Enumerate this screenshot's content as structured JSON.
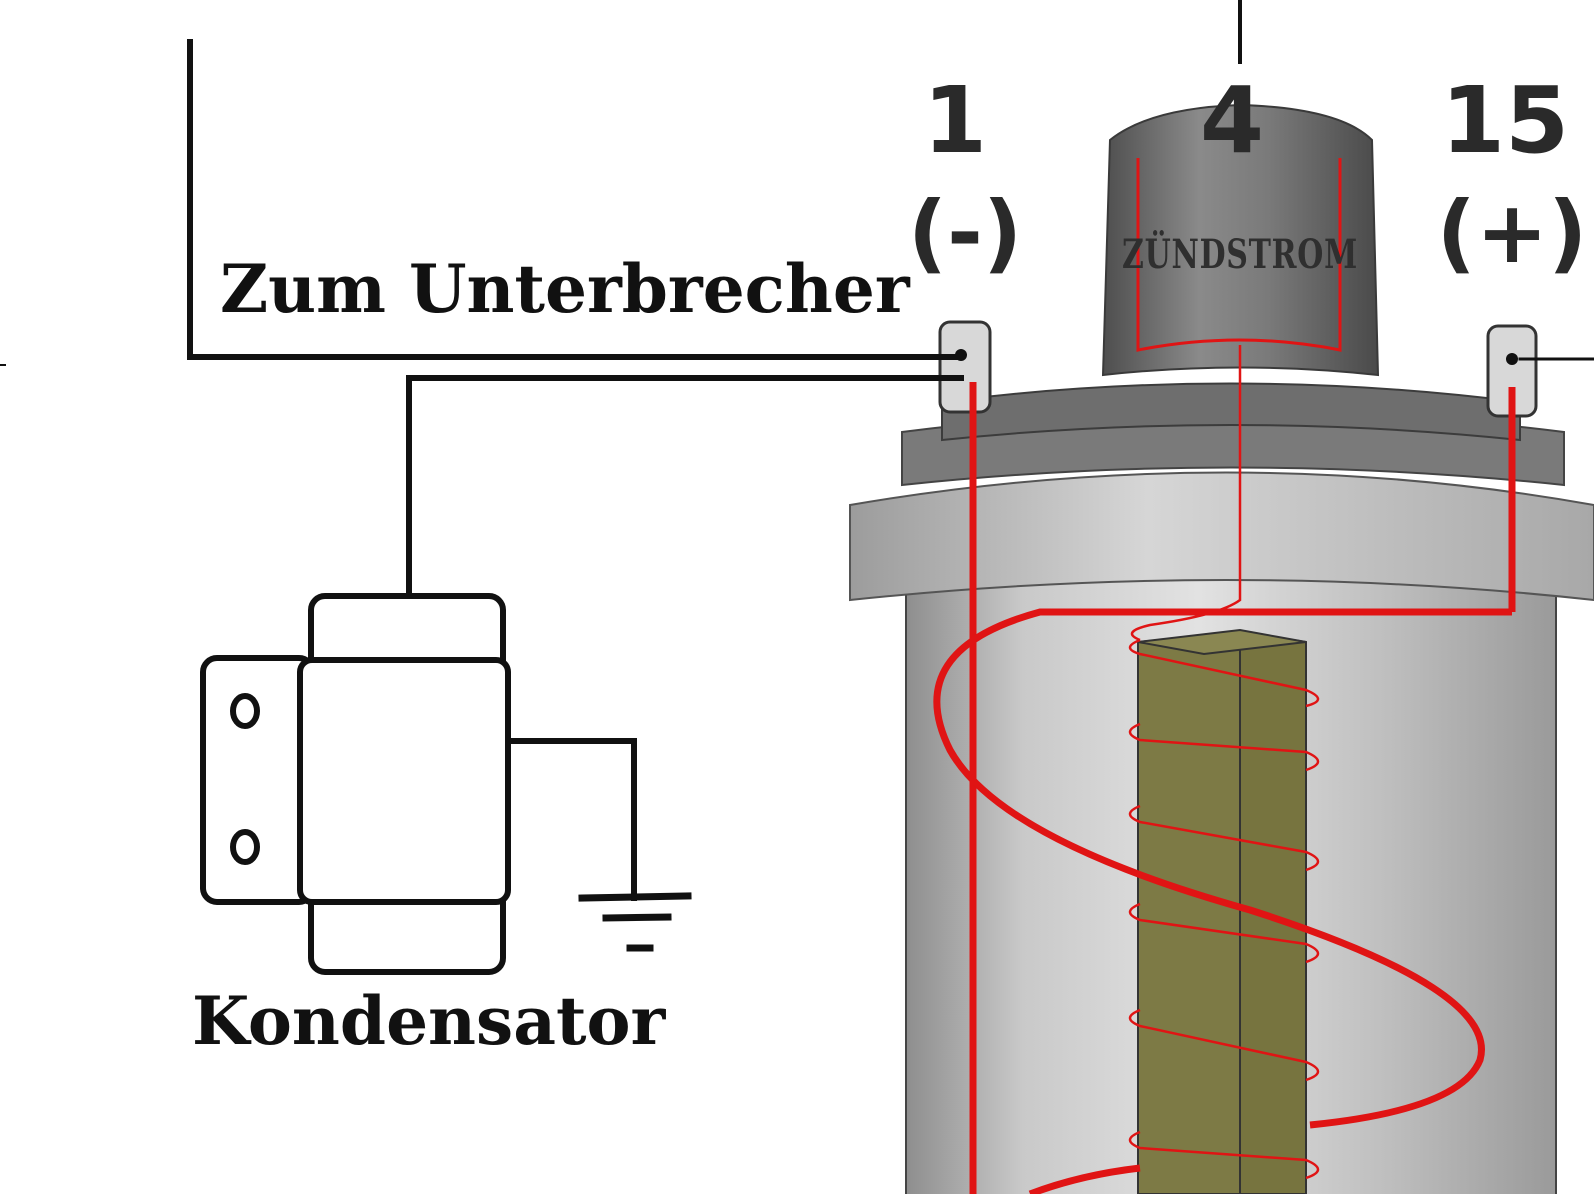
{
  "labels": {
    "interrupter": "Zum Unterbrecher",
    "condenser": "Kondensator",
    "ignition_current": "ZÜNDSTROM"
  },
  "terminals": [
    {
      "number": "1",
      "polarity": "(-)"
    },
    {
      "number": "4",
      "polarity": ""
    },
    {
      "number": "15",
      "polarity": "(+)"
    }
  ],
  "colors": {
    "wire": "#111111",
    "winding": "#e01414",
    "core": "#7d7a45",
    "coil_body": "#b9b9b9",
    "cap": "#6a6a6a"
  }
}
